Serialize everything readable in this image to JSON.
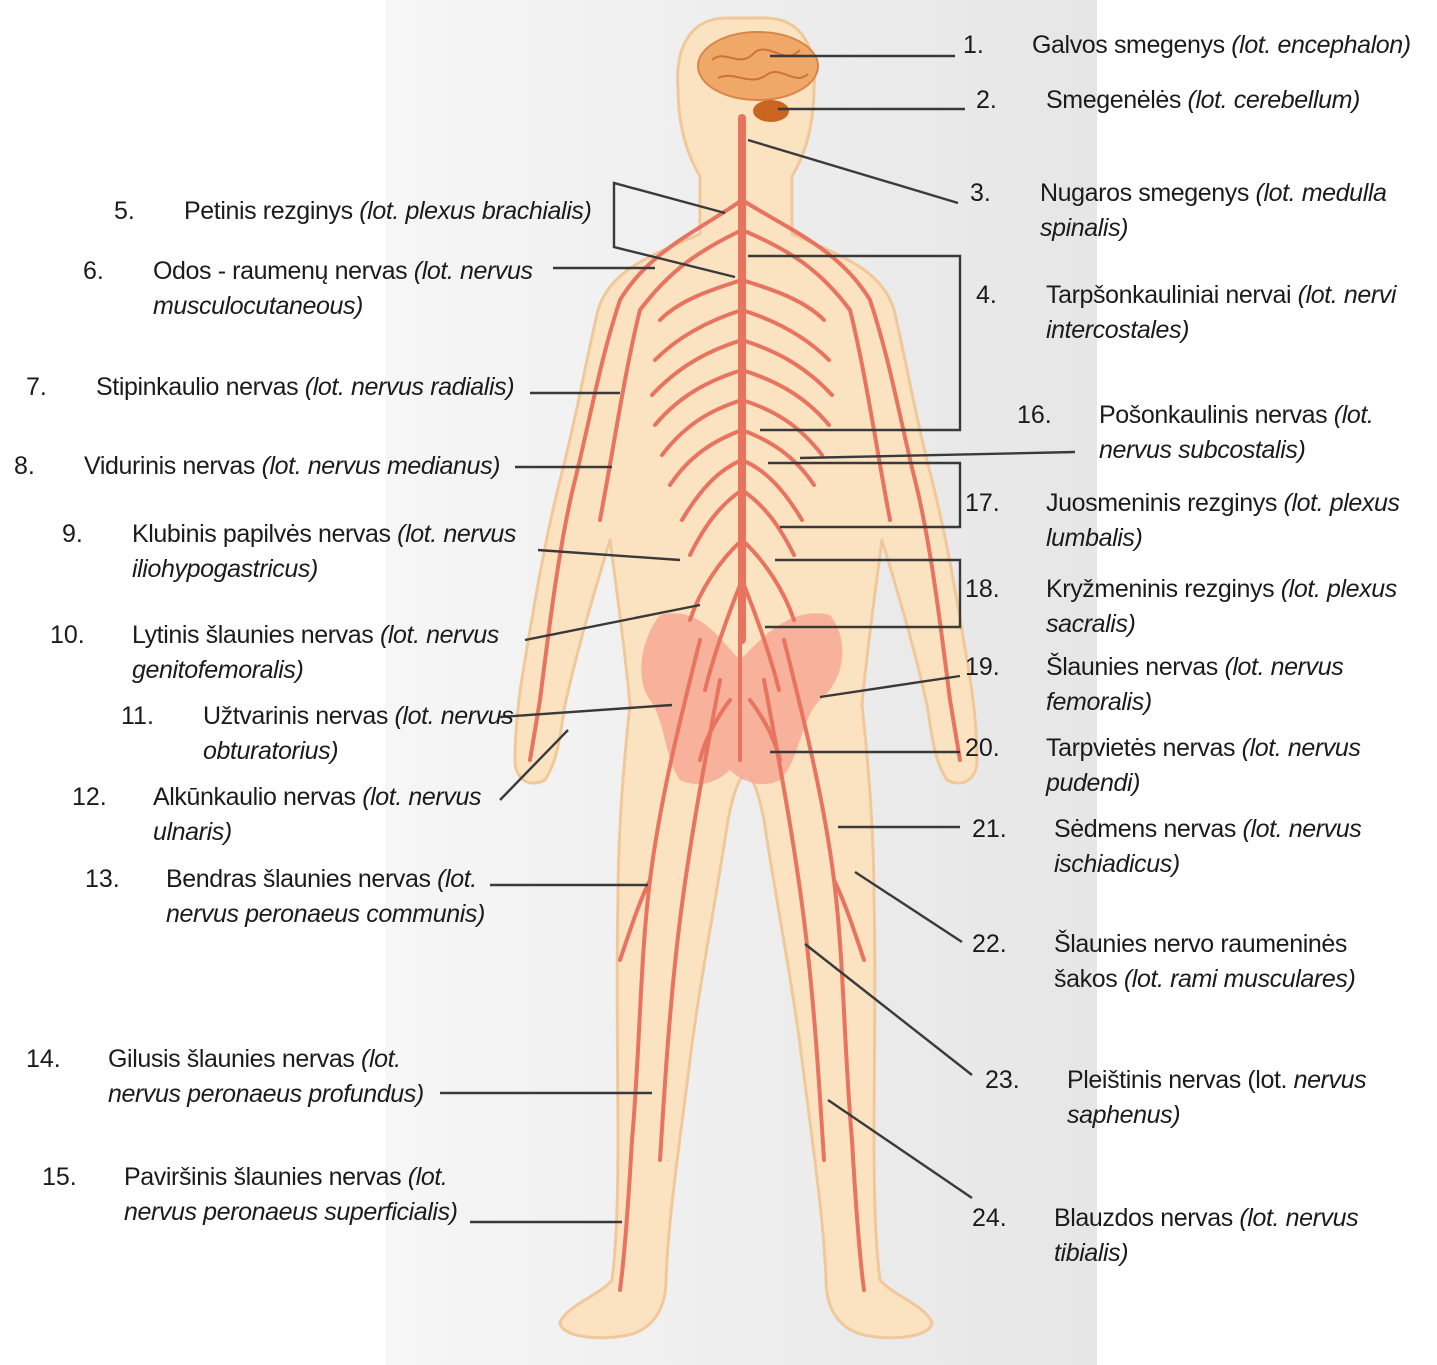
{
  "colors": {
    "skin": "#fbe3c2",
    "skin_outline": "#f0c89a",
    "nerve": "#e8735f",
    "pelvis": "#f7a995",
    "brain": "#f0a868",
    "cerebellum": "#c9651e",
    "leader": "#3a3a3a",
    "background_panel": "#eeeeee"
  },
  "labels": [
    {
      "id": "1",
      "number": "1.",
      "line1": "Galvos smegenys ",
      "lat1": "(lot. encephalon)",
      "line2": "",
      "lat2": ""
    },
    {
      "id": "2",
      "number": "2.",
      "line1": "Smegenėlės ",
      "lat1": "(lot. cerebellum)",
      "line2": "",
      "lat2": ""
    },
    {
      "id": "3",
      "number": "3.",
      "line1": "Nugaros smegenys ",
      "lat1": "(lot. medulla",
      "line2": "",
      "lat2": "spinalis)"
    },
    {
      "id": "4",
      "number": "4.",
      "line1": "Tarpšonkauliniai nervai ",
      "lat1": "(lot. nervi",
      "line2": "",
      "lat2": "intercostales)"
    },
    {
      "id": "5",
      "number": "5.",
      "line1": "Petinis rezginys ",
      "lat1": "(lot. plexus brachialis)",
      "line2": "",
      "lat2": ""
    },
    {
      "id": "6",
      "number": "6.",
      "line1": "Odos - raumenų nervas ",
      "lat1": "(lot. nervus",
      "line2": "",
      "lat2": "musculocutaneous)"
    },
    {
      "id": "7",
      "number": "7.",
      "line1": "Stipinkaulio nervas ",
      "lat1": "(lot. nervus radialis)",
      "line2": "",
      "lat2": ""
    },
    {
      "id": "8",
      "number": "8.",
      "line1": "Vidurinis nervas ",
      "lat1": "(lot. nervus medianus)",
      "line2": "",
      "lat2": ""
    },
    {
      "id": "9",
      "number": "9.",
      "line1": "Klubinis papilvės nervas ",
      "lat1": "(lot. nervus",
      "line2": "",
      "lat2": "iliohypogastricus)"
    },
    {
      "id": "10",
      "number": "10.",
      "line1": "Lytinis šlaunies nervas ",
      "lat1": "(lot. nervus",
      "line2": "",
      "lat2": "genitofemoralis)"
    },
    {
      "id": "11",
      "number": "11.",
      "line1": "Užtvarinis nervas ",
      "lat1": "(lot. nervus",
      "line2": "",
      "lat2": "obturatorius)"
    },
    {
      "id": "12",
      "number": "12.",
      "line1": "Alkūnkaulio nervas ",
      "lat1": "(lot. nervus",
      "line2": "",
      "lat2": "ulnaris)"
    },
    {
      "id": "13",
      "number": "13.",
      "line1": "Bendras šlaunies nervas ",
      "lat1": "(lot.",
      "line2": "",
      "lat2": "nervus peronaeus communis)"
    },
    {
      "id": "14",
      "number": "14.",
      "line1": "Gilusis šlaunies nervas ",
      "lat1": "(lot.",
      "line2": "",
      "lat2": "nervus peronaeus profundus)"
    },
    {
      "id": "15",
      "number": "15.",
      "line1": "Paviršinis šlaunies nervas ",
      "lat1": "(lot.",
      "line2": "",
      "lat2": "nervus peronaeus superficialis)"
    },
    {
      "id": "16",
      "number": "16.",
      "line1": "Pošonkaulinis nervas ",
      "lat1": "(lot.",
      "line2": "",
      "lat2": "nervus subcostalis)"
    },
    {
      "id": "17",
      "number": "17.",
      "line1": "Juosmeninis rezginys ",
      "lat1": "(lot. plexus",
      "line2": "",
      "lat2": "lumbalis)"
    },
    {
      "id": "18",
      "number": "18.",
      "line1": "Kryžmeninis rezginys ",
      "lat1": "(lot. plexus",
      "line2": "",
      "lat2": "sacralis)"
    },
    {
      "id": "19",
      "number": "19.",
      "line1": "Šlaunies nervas ",
      "lat1": "(lot. nervus",
      "line2": "",
      "lat2": "femoralis)"
    },
    {
      "id": "20",
      "number": "20.",
      "line1": "Tarpvietės nervas ",
      "lat1": "(lot. nervus",
      "line2": "",
      "lat2": "pudendi)"
    },
    {
      "id": "21",
      "number": "21.",
      "line1": "Sėdmens nervas ",
      "lat1": "(lot. nervus",
      "line2": "",
      "lat2": "ischiadicus)"
    },
    {
      "id": "22",
      "number": "22.",
      "line1": "Šlaunies nervo raumeninės",
      "lat1": "",
      "line2": "šakos ",
      "lat2": "(lot. rami musculares)"
    },
    {
      "id": "23",
      "number": "23.",
      "line1": "Pleištinis nervas (lot. ",
      "lat1": "nervus",
      "line2": "",
      "lat2": "saphenus)"
    },
    {
      "id": "24",
      "number": "24.",
      "line1": "Blauzdos nervas ",
      "lat1": "(lot. nervus",
      "line2": "",
      "lat2": "tibialis)"
    }
  ]
}
